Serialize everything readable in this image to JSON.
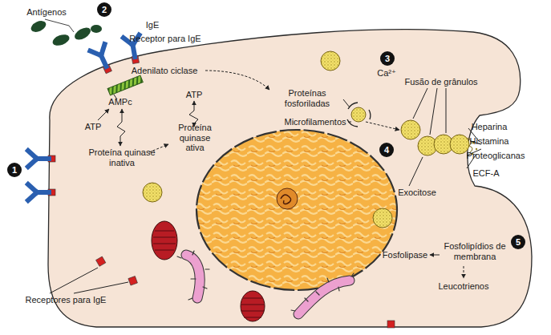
{
  "diagram": {
    "nodes": [
      {
        "text": [
          "2"
        ]
      },
      {
        "text": [
          "3"
        ]
      },
      {
        "text": [
          "4"
        ]
      },
      {
        "text": [
          "1"
        ]
      },
      {
        "text": [
          "5"
        ]
      }
    ],
    "labels": [
      "Antígenos",
      "IgE",
      "Receptor para IgE",
      "Adenilato ciclase",
      "ATP",
      "AMPc",
      "Proteínas fosforiladas",
      "Ca²⁺",
      "Fusão de grânulos",
      "Microfilamentos",
      "ATP",
      "Heparina",
      "Proteína quinase ativa",
      "Histamina",
      "Proteína quinase inativa",
      "Proteoglicanas",
      "ECF-A",
      "Exocitose",
      "Fosfolipídios de membrana",
      "Fosfolipase",
      "Leucotrienos",
      "Receptores para IgE"
    ]
  }
}
